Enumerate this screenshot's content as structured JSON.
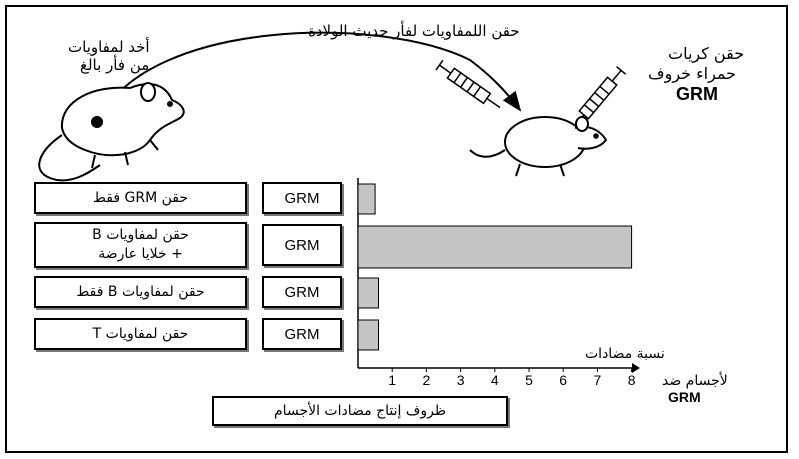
{
  "labels": {
    "inject_lymphocytes": "حقن اللمفاويات  لفأر حديث الولادة",
    "take_lymphocytes_line1": "أخد لمفاويات",
    "take_lymphocytes_line2": "من فأر بالغ",
    "inject_rbc_line1": "حقن كريات",
    "inject_rbc_line2": "حمراء خروف",
    "inject_rbc_line3": "GRM",
    "x_axis_line1": "نسبة مضادات",
    "x_axis_line2": "لأجسام ضد",
    "x_axis_line3": "GRM",
    "caption": "ظروف إنتاج مضادات الأجسام"
  },
  "rows": [
    {
      "condition_lines": [
        "حقن GRM  فقط"
      ],
      "antigen": "GRM"
    },
    {
      "condition_lines": [
        "حقن لمفاويات B",
        "+ خلايا عارضة"
      ],
      "antigen": "GRM"
    },
    {
      "condition_lines": [
        "حقن لمفاويات B فقط"
      ],
      "antigen": "GRM"
    },
    {
      "condition_lines": [
        "حقن لمفاويات  T"
      ],
      "antigen": "GRM"
    }
  ],
  "chart_data": {
    "type": "bar",
    "orientation": "horizontal",
    "categories": [
      "حقن GRM  فقط",
      "حقن لمفاويات B + خلايا عارضة",
      "حقن لمفاويات B فقط",
      "حقن لمفاويات  T"
    ],
    "values": [
      0.5,
      8.0,
      0.6,
      0.6
    ],
    "x_ticks": [
      "1",
      "2",
      "3",
      "4",
      "5",
      "6",
      "7",
      "8"
    ],
    "xlim": [
      0,
      8.5
    ]
  },
  "colors": {
    "bar": "#c4c4c4",
    "line": "#000000"
  }
}
